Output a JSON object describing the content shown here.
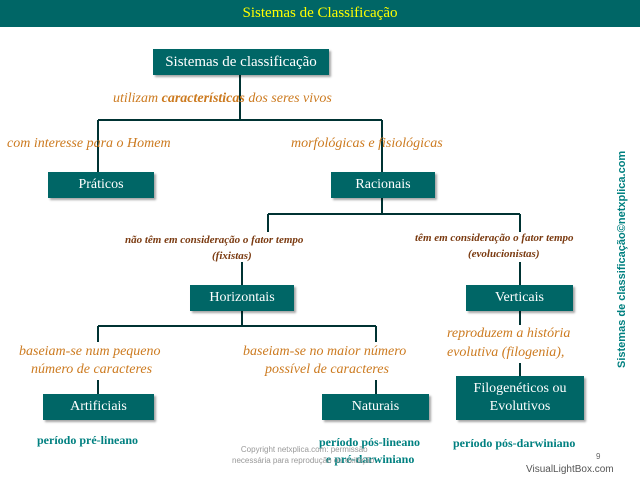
{
  "banner_title": "Sistemas de Classificação",
  "nodes": {
    "root": "Sistemas de classificação",
    "praticos": "Práticos",
    "racionais": "Racionais",
    "horizontais": "Horizontais",
    "verticais": "Verticais",
    "artificiais": "Artificiais",
    "naturais": "Naturais",
    "filogeneticos_l1": "Filogenéticos ou",
    "filogeneticos_l2": "Evolutivos"
  },
  "edge_labels": {
    "utilizam_pre": "utilizam ",
    "utilizam_key": "características",
    "utilizam_post": " dos seres vivos",
    "interesse": "com interesse para o Homem",
    "morfologicas": "morfológicas e fisiológicas",
    "nao_tem_l1": "não têm em consideração o fator tempo",
    "nao_tem_l2": "(fixistas)",
    "tem_l1": "têm em consideração o fator tempo",
    "tem_l2": "(evolucionistas)",
    "pequeno_l1": "baseiam-se num pequeno",
    "pequeno_l2": "número de caracteres",
    "maior_l1": "baseiam-se no maior número",
    "maior_l2": "possível de caracteres",
    "reproduzem_l1": "reproduzem a história",
    "reproduzem_l2": "evolutiva (filogenia),"
  },
  "periods": {
    "pre_lineano": "período pré-lineano",
    "pos_lineano_l1": "período pós-lineano",
    "pos_lineano_l2": "e pré-darwiniano",
    "pos_darwiniano": "período pós-darwiniano"
  },
  "side_text": "Sistemas de classificação©netxplica.com",
  "copyright_l1": "Copyright netxplica.com: permissão",
  "copyright_l2": "necessária para reprodução ou exibição.",
  "page_number": "9",
  "watermark": "VisualLightBox.com",
  "colors": {
    "banner_bg": "#006666",
    "banner_text": "#ffff00",
    "box_bg": "#006666",
    "label_orange": "#cc7a1f",
    "label_brown": "#7a3a10",
    "period_teal": "#008080"
  }
}
